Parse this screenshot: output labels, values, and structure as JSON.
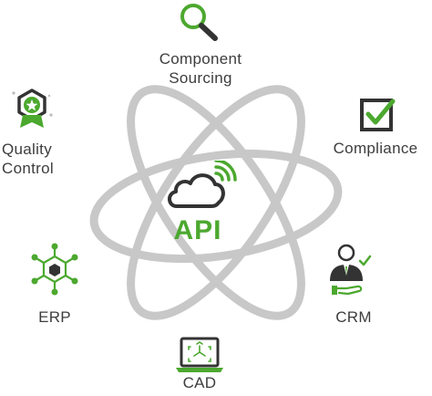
{
  "center": {
    "label": "API",
    "icon": "cloud-wifi-icon"
  },
  "nodes": [
    {
      "id": "component-sourcing",
      "lines": [
        "Component",
        "Sourcing"
      ],
      "icon": "magnifier-icon"
    },
    {
      "id": "compliance",
      "lines": [
        "Compliance"
      ],
      "icon": "checkbox-icon"
    },
    {
      "id": "crm",
      "lines": [
        "CRM"
      ],
      "icon": "businessman-handshake-icon"
    },
    {
      "id": "cad",
      "lines": [
        "CAD"
      ],
      "icon": "laptop-3d-cube-icon"
    },
    {
      "id": "erp",
      "lines": [
        "ERP"
      ],
      "icon": "network-hexagon-icon"
    },
    {
      "id": "quality-control",
      "lines": [
        "Quality",
        "Control"
      ],
      "icon": "hexagon-star-badge-icon"
    }
  ],
  "colors": {
    "accent": "#4ca82f",
    "text": "#3d3d3d",
    "orbit": "#c8c8c8",
    "dark": "#333333"
  }
}
